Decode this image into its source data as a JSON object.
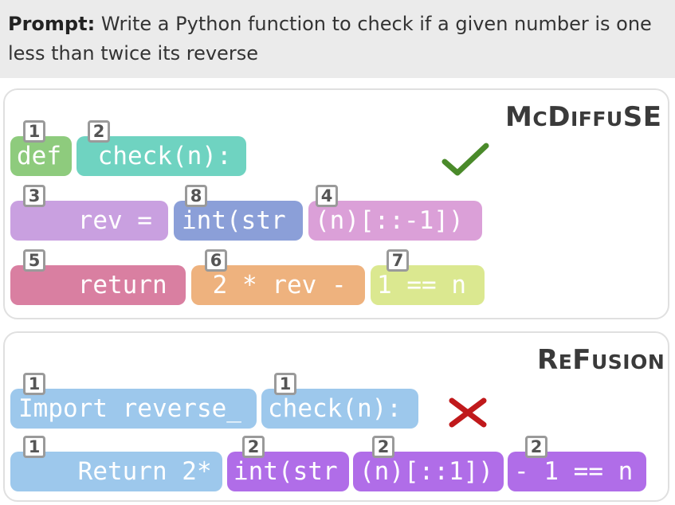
{
  "prompt": {
    "label": "Prompt:",
    "text": "Write a Python function to check if a given number is one less than twice its reverse"
  },
  "panels": [
    {
      "title_cap1": "M",
      "title_small1": "C",
      "title_cap2": "D",
      "title_small2": "IFFU",
      "title_cap3": "SE",
      "verdict": "check-icon",
      "tokens": [
        {
          "text": "def",
          "step": "1",
          "color": "#8ecb7d"
        },
        {
          "text": " check(n):",
          "step": "2",
          "color": "#6fd3c1"
        },
        {
          "text": "    rev =",
          "step": "3",
          "color": "#c9a0e0"
        },
        {
          "text": "int(str",
          "step": "8",
          "color": "#8b9fd8"
        },
        {
          "text": "(n)[::-1])",
          "step": "4",
          "color": "#dba0d8"
        },
        {
          "text": "    return",
          "step": "5",
          "color": "#d97fa1"
        },
        {
          "text": " 2 * rev -",
          "step": "6",
          "color": "#eeb27e"
        },
        {
          "text": "1 == n",
          "step": "7",
          "color": "#dbe890"
        }
      ]
    },
    {
      "title_cap1": "R",
      "title_small1": "E",
      "title_cap2": "F",
      "title_small2": "USION",
      "verdict": "cross-icon",
      "tokens": [
        {
          "text": "Import reverse_",
          "step": "1",
          "color": "#9dc8ec"
        },
        {
          "text": "check(n):",
          "step": "1",
          "color": "#9dc8ec"
        },
        {
          "text": "    Return 2*",
          "step": "1",
          "color": "#9dc8ec"
        },
        {
          "text": "int(str",
          "step": "2",
          "color": "#b06de8"
        },
        {
          "text": "(n)[::1])",
          "step": "2",
          "color": "#b06de8"
        },
        {
          "text": "- 1 == n",
          "step": "2",
          "color": "#b06de8"
        }
      ]
    }
  ],
  "colors": {
    "check": "#4a8a2a",
    "cross": "#c0191b"
  }
}
